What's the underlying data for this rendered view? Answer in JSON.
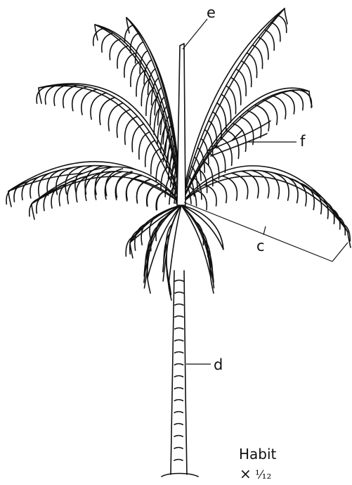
{
  "labels": {
    "c": "c",
    "d": "d",
    "e": "e",
    "f": "f"
  },
  "caption": {
    "title": "Habit",
    "scale_mark": "×",
    "scale_value": "¹⁄₁₂"
  }
}
